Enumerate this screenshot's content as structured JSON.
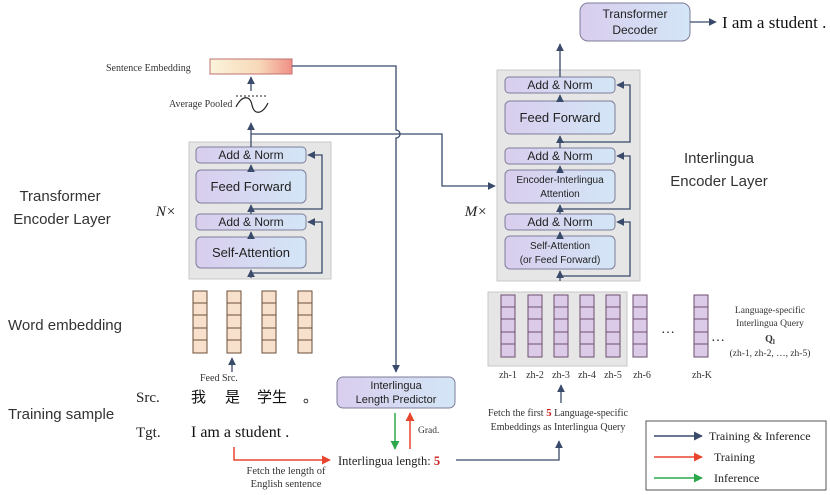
{
  "colors": {
    "training_inference": "#3a4a6b",
    "training": "#e8452e",
    "inference": "#2aa84a",
    "highlight": "#cc1f1f",
    "layer_bg": "#e6e6e6",
    "module_fill": "#dcd6f0",
    "decoder_fill": "#d6e4f5"
  },
  "encoder": {
    "section_label": [
      "Transformer",
      "Encoder Layer"
    ],
    "repeat": "N×",
    "add_norm_top": "Add & Norm",
    "feed_forward": "Feed Forward",
    "add_norm_bottom": "Add & Norm",
    "self_attention": "Self-Attention"
  },
  "interlingua_encoder": {
    "section_label": [
      "Interlingua",
      "Encoder Layer"
    ],
    "repeat": "M×",
    "add_norm_1": "Add & Norm",
    "feed_forward": "Feed Forward",
    "add_norm_2": "Add & Norm",
    "cross_attention": [
      "Encoder-Interlingua",
      "Attention"
    ],
    "add_norm_3": "Add & Norm",
    "self_attention": [
      "Self-Attention",
      "(or Feed Forward)"
    ]
  },
  "decoder": {
    "title": [
      "Transformer",
      "Decoder"
    ],
    "output": "I am a student ."
  },
  "sentence_embedding": "Sentence Embedding",
  "average_pooled": "Average Pooled",
  "word_embedding_label": "Word embedding",
  "feed_src": "Feed Src.",
  "training_sample_label": "Training sample",
  "src_label": "Src.",
  "src_tokens": [
    "我",
    "是",
    "学生",
    "。"
  ],
  "tgt_label": "Tgt.",
  "tgt_sentence": "I am a student .",
  "length_predictor": [
    "Interlingua",
    "Length Predictor"
  ],
  "grad": "Grad.",
  "interlingua_length": {
    "label": "Interlingua length: ",
    "value": "5"
  },
  "fetch_length": [
    "Fetch the length of",
    "English sentence"
  ],
  "fetch_first": {
    "prefix": "Fetch the first ",
    "number": "5",
    "suffix": " Language-specific",
    "line2": "Embeddings as Interlingua Query"
  },
  "queries": {
    "labels": [
      "zh-1",
      "zh-2",
      "zh-3",
      "zh-4",
      "zh-5",
      "zh-6",
      "zh-K"
    ],
    "ellipsis": "…",
    "desc": [
      "Language-specific",
      "Interlingua Query",
      "Q",
      "l",
      "(zh-1, zh-2, …, zh-5)"
    ]
  },
  "legend": [
    "Training & Inference",
    "Training",
    "Inference"
  ]
}
